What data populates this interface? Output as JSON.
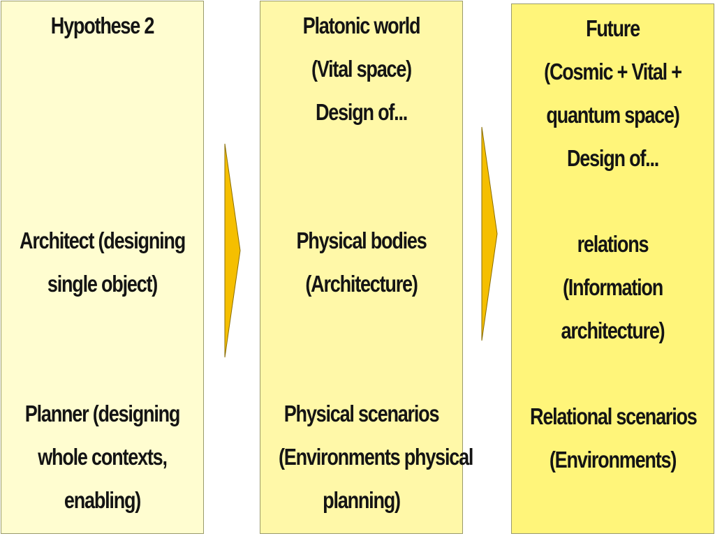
{
  "columns": [
    {
      "heading": [
        "Hypothese 2"
      ],
      "middle": [
        "Architect (designing",
        "single object)"
      ],
      "bottom": [
        "Planner (designing",
        "whole contexts,",
        "enabling)"
      ]
    },
    {
      "heading": [
        "Platonic world",
        "(Vital space)",
        "Design of..."
      ],
      "middle": [
        "Physical bodies",
        "(Architecture)"
      ],
      "bottom": [
        "Physical scenarios",
        "(Environments physical",
        "planning)"
      ]
    },
    {
      "heading": [
        "Future",
        "(Cosmic + Vital +",
        "quantum space)",
        "Design of..."
      ],
      "middle": [
        "relations",
        "(Information",
        "architecture)"
      ],
      "bottom": [
        "Relational  scenarios",
        "(Environments)"
      ]
    }
  ],
  "colors": {
    "arrow_fill": "#f5bf00",
    "arrow_stroke": "#8a6d00"
  }
}
